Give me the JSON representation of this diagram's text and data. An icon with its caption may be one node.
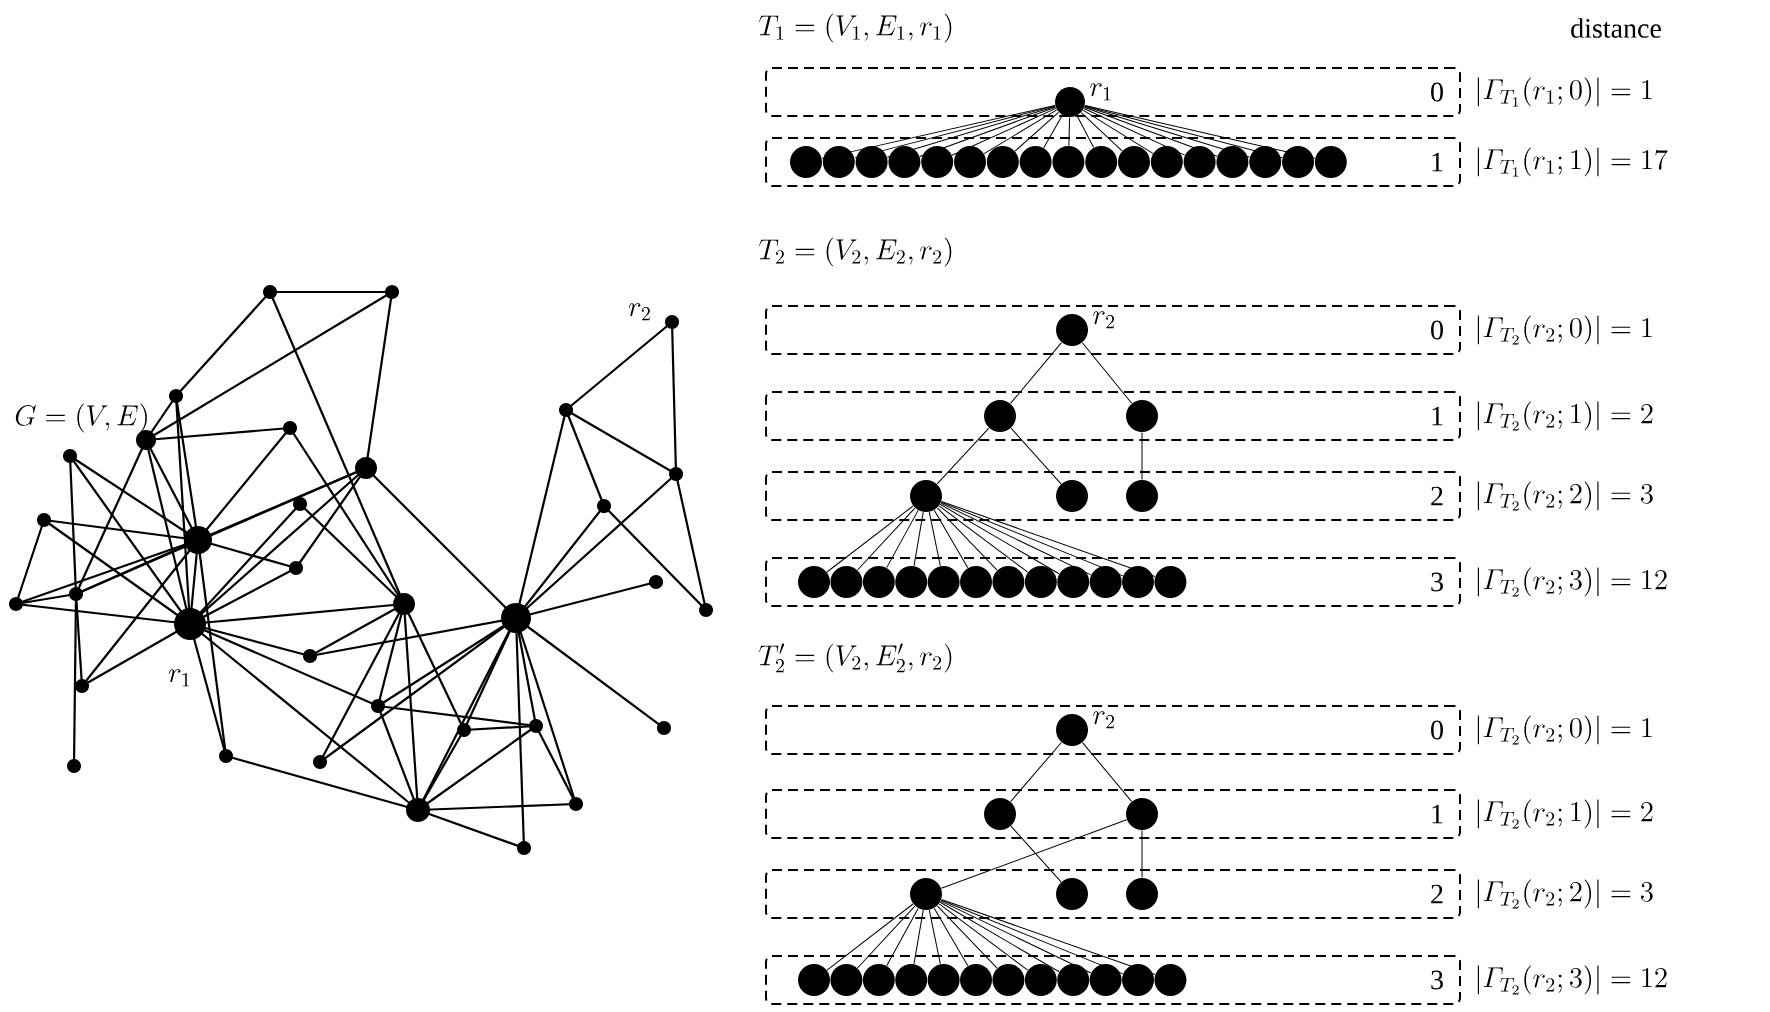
{
  "diagram": {
    "nodes": [
      {
        "text": [
          "0"
        ],
        "beside": [
          "\\left|\\varGamma_{T_1}(r_1;0)\\right| = 1"
        ]
      },
      {
        "text": [],
        "shape": "circle",
        "in": 0,
        "beside": [
          "r_1"
        ]
      },
      {
        "text": [
          "1"
        ],
        "beside": [
          "\\left|\\varGamma_{T_1}(r_1;1)\\right| = 17"
        ]
      },
      {
        "text": [],
        "shape": "circle",
        "in": 2
      },
      {
        "text": [],
        "shape": "circle",
        "in": 2
      },
      {
        "text": [],
        "shape": "circle",
        "in": 2
      },
      {
        "text": [],
        "shape": "circle",
        "in": 2
      },
      {
        "text": [],
        "shape": "circle",
        "in": 2
      },
      {
        "text": [],
        "shape": "circle",
        "in": 2
      },
      {
        "text": [],
        "shape": "circle",
        "in": 2
      },
      {
        "text": [],
        "shape": "circle",
        "in": 2
      },
      {
        "text": [],
        "shape": "circle",
        "in": 2
      },
      {
        "text": [],
        "shape": "circle",
        "in": 2
      },
      {
        "text": [],
        "shape": "circle",
        "in": 2
      },
      {
        "text": [],
        "shape": "circle",
        "in": 2
      },
      {
        "text": [],
        "shape": "circle",
        "in": 2
      },
      {
        "text": [],
        "shape": "circle",
        "in": 2
      },
      {
        "text": [],
        "shape": "circle",
        "in": 2
      },
      {
        "text": [],
        "shape": "circle",
        "in": 2
      },
      {
        "text": [],
        "shape": "circle",
        "in": 2
      },
      {
        "text": [
          "0"
        ],
        "beside": [
          "\\left|\\varGamma_{T_2}(r_2;0)\\right| = 1"
        ]
      },
      {
        "text": [],
        "shape": "circle",
        "in": 20,
        "beside": [
          "r_2"
        ]
      },
      {
        "text": [
          "1"
        ],
        "beside": [
          "\\left|\\varGamma_{T_2}(r_2;1)\\right| = 2"
        ]
      },
      {
        "text": [],
        "shape": "circle",
        "in": 22
      },
      {
        "text": [],
        "shape": "circle",
        "in": 22
      },
      {
        "text": [
          "2"
        ],
        "beside": [
          "\\left|\\varGamma_{T_2}(r_2;2)\\right| = 3"
        ]
      },
      {
        "text": [],
        "shape": "circle",
        "in": 25
      },
      {
        "text": [],
        "shape": "circle",
        "in": 25
      },
      {
        "text": [],
        "shape": "circle",
        "in": 25
      },
      {
        "text": [
          "3"
        ],
        "beside": [
          "\\left|\\varGamma_{T_2}(r_2;3)\\right| = 12"
        ]
      },
      {
        "text": [],
        "shape": "circle",
        "in": 29
      },
      {
        "text": [],
        "shape": "circle",
        "in": 29
      },
      {
        "text": [],
        "shape": "circle",
        "in": 29
      },
      {
        "text": [],
        "shape": "circle",
        "in": 29
      },
      {
        "text": [],
        "shape": "circle",
        "in": 29
      },
      {
        "text": [],
        "shape": "circle",
        "in": 29
      },
      {
        "text": [],
        "shape": "circle",
        "in": 29
      },
      {
        "text": [],
        "shape": "circle",
        "in": 29
      },
      {
        "text": [],
        "shape": "circle",
        "in": 29
      },
      {
        "text": [],
        "shape": "circle",
        "in": 29
      },
      {
        "text": [],
        "shape": "circle",
        "in": 29
      },
      {
        "text": [],
        "shape": "circle",
        "in": 29
      },
      {
        "text": [
          "0"
        ],
        "beside": [
          "\\left|\\varGamma_{T_2}(r_2;0)\\right| = 1"
        ]
      },
      {
        "text": [],
        "shape": "circle",
        "in": 42,
        "beside": [
          "r_2"
        ]
      },
      {
        "text": [
          "1"
        ],
        "beside": [
          "\\left|\\varGamma_{T_2}(r_2;1)\\right| = 2"
        ]
      },
      {
        "text": [],
        "shape": "circle",
        "in": 44
      },
      {
        "text": [],
        "shape": "circle",
        "in": 44
      },
      {
        "text": [
          "2"
        ],
        "beside": [
          "\\left|\\varGamma_{T_2}(r_2;2)\\right| = 3"
        ]
      },
      {
        "text": [],
        "shape": "circle",
        "in": 47
      },
      {
        "text": [],
        "shape": "circle",
        "in": 47
      },
      {
        "text": [],
        "shape": "circle",
        "in": 47
      },
      {
        "text": [
          "3"
        ],
        "beside": [
          "\\left|\\varGamma_{T_2}(r_2;3)\\right| = 12"
        ]
      },
      {
        "text": [],
        "shape": "circle",
        "in": 51
      },
      {
        "text": [],
        "shape": "circle",
        "in": 51
      },
      {
        "text": [],
        "shape": "circle",
        "in": 51
      },
      {
        "text": [],
        "shape": "circle",
        "in": 51
      },
      {
        "text": [],
        "shape": "circle",
        "in": 51
      },
      {
        "text": [],
        "shape": "circle",
        "in": 51
      },
      {
        "text": [],
        "shape": "circle",
        "in": 51
      },
      {
        "text": [],
        "shape": "circle",
        "in": 51
      },
      {
        "text": [],
        "shape": "circle",
        "in": 51
      },
      {
        "text": [],
        "shape": "circle",
        "in": 51
      },
      {
        "text": [],
        "shape": "circle",
        "in": 51
      },
      {
        "text": [],
        "shape": "circle",
        "in": 51
      }
    ],
    "edges": [
      {
        "from": 1,
        "to": 3,
        "arrow": "none"
      },
      {
        "from": 1,
        "to": 4,
        "arrow": "none"
      },
      {
        "from": 1,
        "to": 5,
        "arrow": "none"
      },
      {
        "from": 1,
        "to": 6,
        "arrow": "none"
      },
      {
        "from": 1,
        "to": 7,
        "arrow": "none"
      },
      {
        "from": 1,
        "to": 8,
        "arrow": "none"
      },
      {
        "from": 1,
        "to": 9,
        "arrow": "none"
      },
      {
        "from": 1,
        "to": 10,
        "arrow": "none"
      },
      {
        "from": 1,
        "to": 11,
        "arrow": "none"
      },
      {
        "from": 1,
        "to": 12,
        "arrow": "none"
      },
      {
        "from": 1,
        "to": 13,
        "arrow": "none"
      },
      {
        "from": 1,
        "to": 14,
        "arrow": "none"
      },
      {
        "from": 1,
        "to": 15,
        "arrow": "none"
      },
      {
        "from": 1,
        "to": 16,
        "arrow": "none"
      },
      {
        "from": 1,
        "to": 17,
        "arrow": "none"
      },
      {
        "from": 1,
        "to": 18,
        "arrow": "none"
      },
      {
        "from": 1,
        "to": 19,
        "arrow": "none"
      },
      {
        "from": 21,
        "to": 23,
        "arrow": "none"
      },
      {
        "from": 21,
        "to": 24,
        "arrow": "none"
      },
      {
        "from": 23,
        "to": 26,
        "arrow": "none"
      },
      {
        "from": 23,
        "to": 27,
        "arrow": "none"
      },
      {
        "from": 24,
        "to": 28,
        "arrow": "none"
      },
      {
        "from": 26,
        "to": 30,
        "arrow": "none"
      },
      {
        "from": 26,
        "to": 31,
        "arrow": "none"
      },
      {
        "from": 26,
        "to": 32,
        "arrow": "none"
      },
      {
        "from": 26,
        "to": 33,
        "arrow": "none"
      },
      {
        "from": 26,
        "to": 34,
        "arrow": "none"
      },
      {
        "from": 26,
        "to": 35,
        "arrow": "none"
      },
      {
        "from": 26,
        "to": 36,
        "arrow": "none"
      },
      {
        "from": 26,
        "to": 37,
        "arrow": "none"
      },
      {
        "from": 26,
        "to": 38,
        "arrow": "none"
      },
      {
        "from": 26,
        "to": 39,
        "arrow": "none"
      },
      {
        "from": 26,
        "to": 40,
        "arrow": "none"
      },
      {
        "from": 26,
        "to": 41,
        "arrow": "none"
      },
      {
        "from": 43,
        "to": 45,
        "arrow": "none"
      },
      {
        "from": 43,
        "to": 46,
        "arrow": "none"
      },
      {
        "from": 45,
        "to": 49,
        "arrow": "none"
      },
      {
        "from": 46,
        "to": 48,
        "arrow": "none"
      },
      {
        "from": 46,
        "to": 50,
        "arrow": "none"
      },
      {
        "from": 48,
        "to": 52,
        "arrow": "none"
      },
      {
        "from": 48,
        "to": 53,
        "arrow": "none"
      },
      {
        "from": 48,
        "to": 54,
        "arrow": "none"
      },
      {
        "from": 48,
        "to": 55,
        "arrow": "none"
      },
      {
        "from": 48,
        "to": 56,
        "arrow": "none"
      },
      {
        "from": 48,
        "to": 57,
        "arrow": "none"
      },
      {
        "from": 48,
        "to": 58,
        "arrow": "none"
      },
      {
        "from": 48,
        "to": 59,
        "arrow": "none"
      },
      {
        "from": 48,
        "to": 60,
        "arrow": "none"
      },
      {
        "from": 48,
        "to": 61,
        "arrow": "none"
      },
      {
        "from": 48,
        "to": 62,
        "arrow": "none"
      },
      {
        "from": 48,
        "to": 63,
        "arrow": "none"
      }
    ],
    "labels": [
      "T_1 = (V_1, E_1, r_1)",
      "distance",
      "T_2 = (V_2, E_2, r_2)",
      "G = (V, E)",
      "r_2",
      "r_1",
      "T'_2 = (V_2, E'_2, r_2)"
    ]
  }
}
